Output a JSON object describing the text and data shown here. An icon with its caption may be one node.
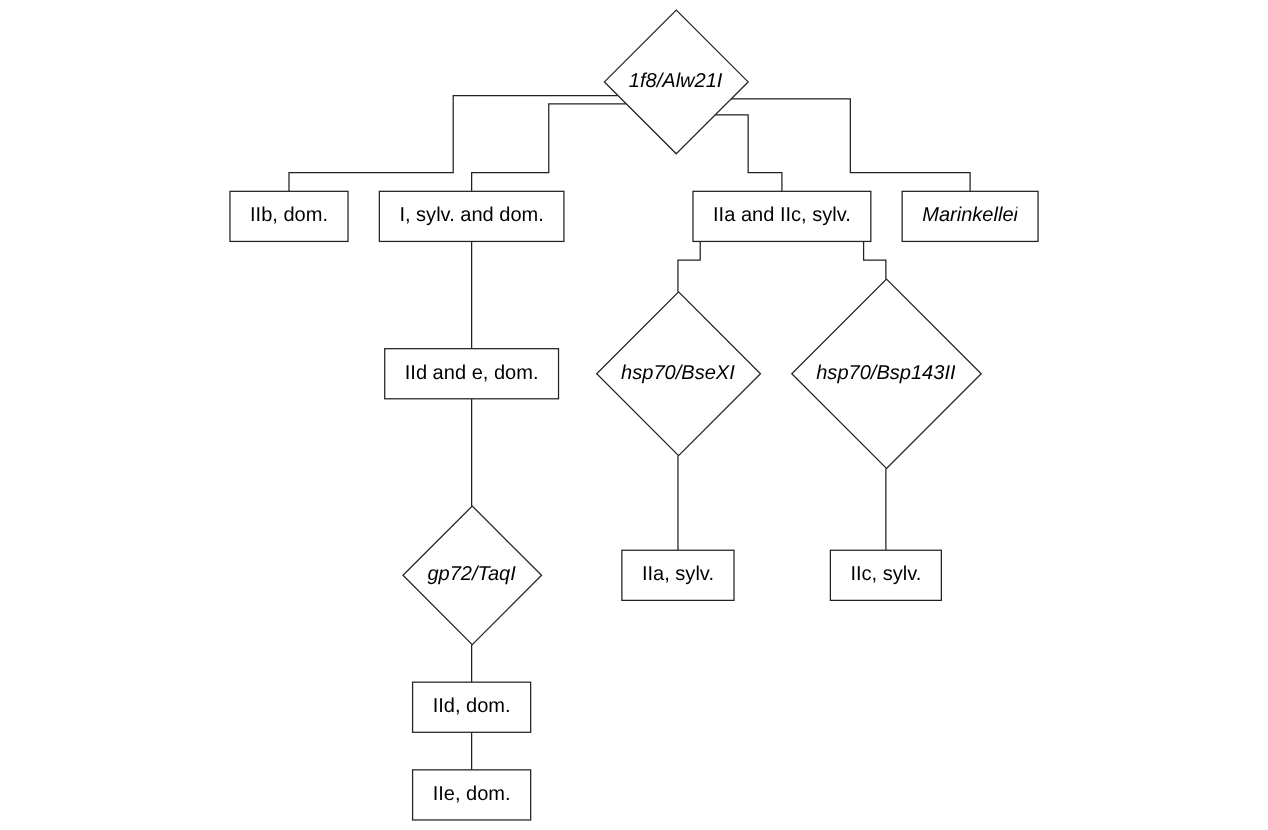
{
  "diagram": {
    "nodes": [
      {
        "text": [
          "1f8/Alw21I"
        ]
      },
      {
        "text": [
          "IIb, dom."
        ]
      },
      {
        "text": [
          "I, sylv. and dom."
        ]
      },
      {
        "text": [
          "IIa and IIc, sylv."
        ]
      },
      {
        "text": [
          "Marinkellei"
        ]
      },
      {
        "text": [
          "IId and e, dom."
        ]
      },
      {
        "text": [
          "gp72/TaqI"
        ]
      },
      {
        "text": [
          "hsp70/BseXI"
        ]
      },
      {
        "text": [
          "hsp70/Bsp143II"
        ]
      },
      {
        "text": [
          "IId, dom."
        ]
      },
      {
        "text": [
          "IIa, sylv."
        ]
      },
      {
        "text": [
          "IIc, sylv."
        ]
      },
      {
        "text": [
          "IIe, dom."
        ]
      }
    ],
    "edges": [
      {
        "from": 0,
        "to": 1,
        "arrow": "none"
      },
      {
        "from": 0,
        "to": 2,
        "arrow": "none"
      },
      {
        "from": 0,
        "to": 3,
        "arrow": "none"
      },
      {
        "from": 0,
        "to": 4,
        "arrow": "none"
      },
      {
        "from": 2,
        "to": 5,
        "arrow": "none"
      },
      {
        "from": 5,
        "to": 6,
        "arrow": "none"
      },
      {
        "from": 3,
        "to": 7,
        "arrow": "none"
      },
      {
        "from": 3,
        "to": 8,
        "arrow": "none"
      },
      {
        "from": 6,
        "to": 9,
        "arrow": "none"
      },
      {
        "from": 7,
        "to": 10,
        "arrow": "none"
      },
      {
        "from": 8,
        "to": 11,
        "arrow": "none"
      },
      {
        "from": 9,
        "to": 12,
        "arrow": "none"
      }
    ]
  }
}
